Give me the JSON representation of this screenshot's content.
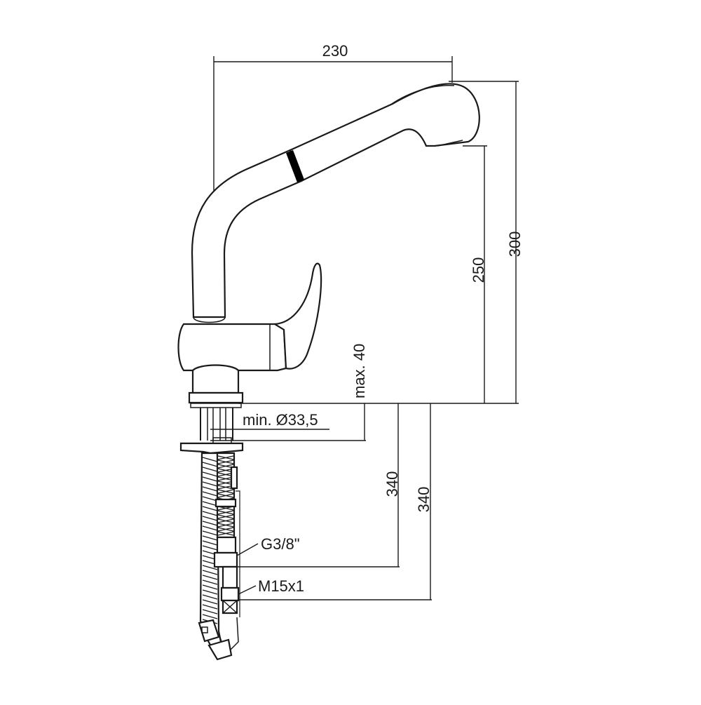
{
  "dimensions": {
    "width_top": "230",
    "height_total": "300",
    "height_spout": "250",
    "max_deck": "max. 40",
    "hole_diameter": "min. Ø33,5",
    "hose_length_a": "340",
    "hose_length_b": "340"
  },
  "connections": {
    "inlet_thread": "G3/8\"",
    "outlet_thread": "M15x1"
  },
  "colors": {
    "line": "#1a1a1a",
    "background": "#ffffff",
    "band": "#000000"
  }
}
